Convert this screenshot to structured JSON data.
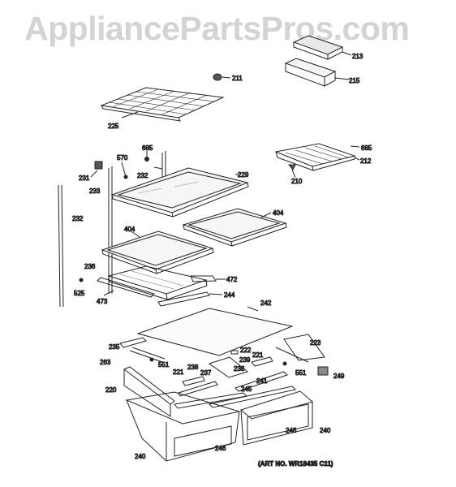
{
  "watermark": "AppliancePartsPros.com",
  "art_number": "(ART NO. WR18435 C11)",
  "parts": [
    {
      "id": "p211",
      "label": "211"
    },
    {
      "id": "p213",
      "label": "213"
    },
    {
      "id": "p215",
      "label": "215"
    },
    {
      "id": "p225",
      "label": "225"
    },
    {
      "id": "p685a",
      "label": "685"
    },
    {
      "id": "p570",
      "label": "570"
    },
    {
      "id": "p231",
      "label": "231"
    },
    {
      "id": "p232a",
      "label": "232"
    },
    {
      "id": "p229",
      "label": "229"
    },
    {
      "id": "p233",
      "label": "233"
    },
    {
      "id": "p685b",
      "label": "685"
    },
    {
      "id": "p212",
      "label": "212"
    },
    {
      "id": "p210",
      "label": "210"
    },
    {
      "id": "p232b",
      "label": "232"
    },
    {
      "id": "p404a",
      "label": "404"
    },
    {
      "id": "p404b",
      "label": "404"
    },
    {
      "id": "p236",
      "label": "236"
    },
    {
      "id": "p472",
      "label": "472"
    },
    {
      "id": "p525",
      "label": "525"
    },
    {
      "id": "p473",
      "label": "473"
    },
    {
      "id": "p244",
      "label": "244"
    },
    {
      "id": "p242",
      "label": "242"
    },
    {
      "id": "p235",
      "label": "235"
    },
    {
      "id": "p223",
      "label": "223"
    },
    {
      "id": "p222",
      "label": "222"
    },
    {
      "id": "p221a",
      "label": "221"
    },
    {
      "id": "p239",
      "label": "239"
    },
    {
      "id": "p263",
      "label": "263"
    },
    {
      "id": "p551a",
      "label": "551"
    },
    {
      "id": "p238a",
      "label": "238"
    },
    {
      "id": "p238b",
      "label": "238"
    },
    {
      "id": "p221b",
      "label": "221"
    },
    {
      "id": "p237",
      "label": "237"
    },
    {
      "id": "p241",
      "label": "241"
    },
    {
      "id": "p551b",
      "label": "551"
    },
    {
      "id": "p249",
      "label": "249"
    },
    {
      "id": "p220",
      "label": "220"
    },
    {
      "id": "p245",
      "label": "245"
    },
    {
      "id": "p246a",
      "label": "246"
    },
    {
      "id": "p240a",
      "label": "240"
    },
    {
      "id": "p240b",
      "label": "240"
    },
    {
      "id": "p246b",
      "label": "246"
    }
  ]
}
